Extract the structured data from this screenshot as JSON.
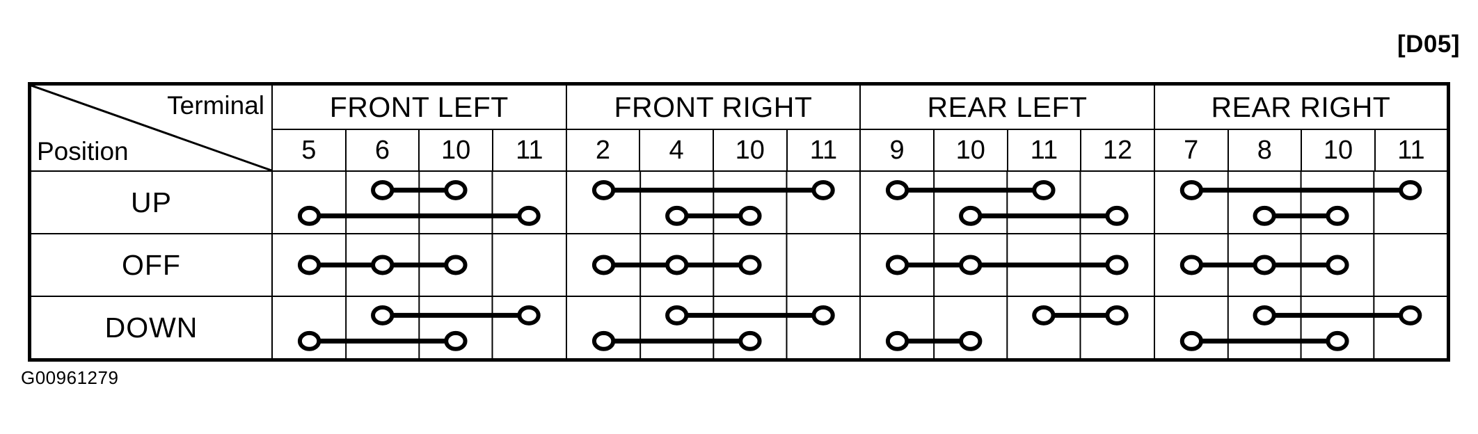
{
  "doc_code": "[D05]",
  "figure_id": "G00961279",
  "table": {
    "corner": {
      "column_axis_label": "Terminal",
      "row_axis_label": "Position"
    },
    "groups": [
      {
        "name": "FRONT LEFT",
        "terminals": [
          "5",
          "6",
          "10",
          "11"
        ]
      },
      {
        "name": "FRONT RIGHT",
        "terminals": [
          "2",
          "4",
          "10",
          "11"
        ]
      },
      {
        "name": "REAR LEFT",
        "terminals": [
          "9",
          "10",
          "11",
          "12"
        ]
      },
      {
        "name": "REAR RIGHT",
        "terminals": [
          "7",
          "8",
          "10",
          "11"
        ]
      }
    ],
    "positions": [
      "UP",
      "OFF",
      "DOWN"
    ],
    "continuity": [
      {
        "position": "UP",
        "groups": [
          {
            "group": "FRONT LEFT",
            "circuits": [
              {
                "row": "upper",
                "terminals": [
                  "6",
                  "10"
                ]
              },
              {
                "row": "lower",
                "terminals": [
                  "5",
                  "11"
                ]
              }
            ]
          },
          {
            "group": "FRONT RIGHT",
            "circuits": [
              {
                "row": "upper",
                "terminals": [
                  "2",
                  "11"
                ]
              },
              {
                "row": "lower",
                "terminals": [
                  "4",
                  "10"
                ]
              }
            ]
          },
          {
            "group": "REAR LEFT",
            "circuits": [
              {
                "row": "upper",
                "terminals": [
                  "9",
                  "11"
                ]
              },
              {
                "row": "lower",
                "terminals": [
                  "10",
                  "12"
                ]
              }
            ]
          },
          {
            "group": "REAR RIGHT",
            "circuits": [
              {
                "row": "upper",
                "terminals": [
                  "7",
                  "11"
                ]
              },
              {
                "row": "lower",
                "terminals": [
                  "8",
                  "10"
                ]
              }
            ]
          }
        ]
      },
      {
        "position": "OFF",
        "groups": [
          {
            "group": "FRONT LEFT",
            "circuits": [
              {
                "row": "middle",
                "terminals": [
                  "5",
                  "6",
                  "10"
                ]
              }
            ]
          },
          {
            "group": "FRONT RIGHT",
            "circuits": [
              {
                "row": "middle",
                "terminals": [
                  "2",
                  "4",
                  "10"
                ]
              }
            ]
          },
          {
            "group": "REAR LEFT",
            "circuits": [
              {
                "row": "middle",
                "terminals": [
                  "9",
                  "10",
                  "12"
                ]
              }
            ]
          },
          {
            "group": "REAR RIGHT",
            "circuits": [
              {
                "row": "middle",
                "terminals": [
                  "7",
                  "8",
                  "10"
                ]
              }
            ]
          }
        ]
      },
      {
        "position": "DOWN",
        "groups": [
          {
            "group": "FRONT LEFT",
            "circuits": [
              {
                "row": "upper",
                "terminals": [
                  "6",
                  "11"
                ]
              },
              {
                "row": "lower",
                "terminals": [
                  "5",
                  "10"
                ]
              }
            ]
          },
          {
            "group": "FRONT RIGHT",
            "circuits": [
              {
                "row": "upper",
                "terminals": [
                  "4",
                  "11"
                ]
              },
              {
                "row": "lower",
                "terminals": [
                  "2",
                  "10"
                ]
              }
            ]
          },
          {
            "group": "REAR LEFT",
            "circuits": [
              {
                "row": "upper",
                "terminals": [
                  "11",
                  "12"
                ]
              },
              {
                "row": "lower",
                "terminals": [
                  "9",
                  "10"
                ]
              }
            ]
          },
          {
            "group": "REAR RIGHT",
            "circuits": [
              {
                "row": "upper",
                "terminals": [
                  "8",
                  "11"
                ]
              },
              {
                "row": "lower",
                "terminals": [
                  "7",
                  "10"
                ]
              }
            ]
          }
        ]
      }
    ]
  }
}
